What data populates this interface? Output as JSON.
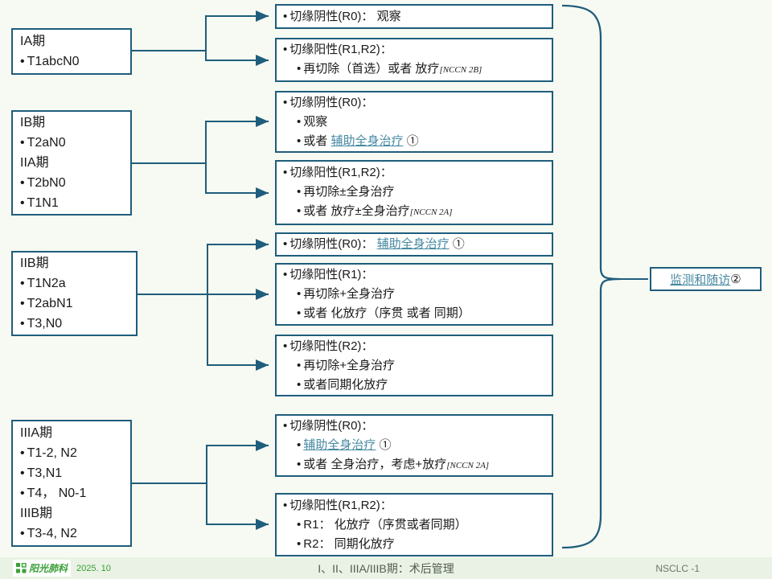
{
  "colors": {
    "accent": "#1f5d7c",
    "link": "#4589a1",
    "background": "#f7faf2",
    "footer_background": "#e9f2e4",
    "logo_green": "#3aa037"
  },
  "stages": [
    {
      "name": "IA",
      "lines": [
        {
          "t": "IA期",
          "b": false
        },
        {
          "t": "T1abcN0",
          "b": true
        }
      ]
    },
    {
      "name": "IB-IIA",
      "lines": [
        {
          "t": "IB期",
          "b": false
        },
        {
          "t": "T2aN0",
          "b": true
        },
        {
          "t": "IIA期",
          "b": false
        },
        {
          "t": "T2bN0",
          "b": true
        },
        {
          "t": "T1N1",
          "b": true
        }
      ]
    },
    {
      "name": "IIB",
      "lines": [
        {
          "t": "IIB期",
          "b": false
        },
        {
          "t": "T1N2a",
          "b": true
        },
        {
          "t": "T2abN1",
          "b": true
        },
        {
          "t": "T3,N0",
          "b": true
        }
      ]
    },
    {
      "name": "IIIA-IIIB",
      "lines": [
        {
          "t": "IIIA期",
          "b": false
        },
        {
          "t": "T1-2, N2",
          "b": true
        },
        {
          "t": "T3,N1",
          "b": true
        },
        {
          "t": "T4， N0-1",
          "b": true
        },
        {
          "t": "IIIB期",
          "b": false
        },
        {
          "t": "T3-4, N2",
          "b": true
        }
      ]
    }
  ],
  "outcomes": [
    {
      "lines": [
        {
          "lv": 1,
          "seg": [
            {
              "t": "切缘阴性(R0)： 观察"
            }
          ]
        }
      ]
    },
    {
      "lines": [
        {
          "lv": 1,
          "seg": [
            {
              "t": "切缘阳性(R1,R2)："
            }
          ]
        },
        {
          "lv": 2,
          "seg": [
            {
              "t": "再切除（首选）或者 放疗"
            },
            {
              "t": "[NCCN 2B]",
              "s": "ref"
            }
          ]
        }
      ]
    },
    {
      "lines": [
        {
          "lv": 1,
          "seg": [
            {
              "t": "切缘阴性(R0)："
            }
          ]
        },
        {
          "lv": 2,
          "seg": [
            {
              "t": "观察"
            }
          ]
        },
        {
          "lv": 2,
          "seg": [
            {
              "t": "或者 "
            },
            {
              "t": "辅助全身治疗",
              "s": "link"
            },
            {
              "t": " ①"
            }
          ]
        }
      ]
    },
    {
      "lines": [
        {
          "lv": 1,
          "seg": [
            {
              "t": "切缘阳性(R1,R2)："
            }
          ]
        },
        {
          "lv": 2,
          "seg": [
            {
              "t": "再切除±全身治疗"
            }
          ]
        },
        {
          "lv": 2,
          "seg": [
            {
              "t": "或者 放疗±全身治疗"
            },
            {
              "t": "[NCCN 2A]",
              "s": "ref"
            }
          ]
        }
      ]
    },
    {
      "lines": [
        {
          "lv": 1,
          "seg": [
            {
              "t": "切缘阴性(R0)： "
            },
            {
              "t": "辅助全身治疗",
              "s": "link"
            },
            {
              "t": " ①"
            }
          ]
        }
      ]
    },
    {
      "lines": [
        {
          "lv": 1,
          "seg": [
            {
              "t": "切缘阳性(R1)："
            }
          ]
        },
        {
          "lv": 2,
          "seg": [
            {
              "t": "再切除+全身治疗"
            }
          ]
        },
        {
          "lv": 2,
          "seg": [
            {
              "t": "或者 化放疗（序贯 或者 同期）"
            }
          ]
        }
      ]
    },
    {
      "lines": [
        {
          "lv": 1,
          "seg": [
            {
              "t": "切缘阳性(R2)："
            }
          ]
        },
        {
          "lv": 2,
          "seg": [
            {
              "t": "再切除+全身治疗"
            }
          ]
        },
        {
          "lv": 2,
          "seg": [
            {
              "t": "或者同期化放疗"
            }
          ]
        }
      ]
    },
    {
      "lines": [
        {
          "lv": 1,
          "seg": [
            {
              "t": "切缘阴性(R0)："
            }
          ]
        },
        {
          "lv": 2,
          "seg": [
            {
              "t": "辅助全身治疗",
              "s": "link"
            },
            {
              "t": " ①"
            }
          ]
        },
        {
          "lv": 2,
          "seg": [
            {
              "t": "或者 全身治疗，考虑+放疗"
            },
            {
              "t": "[NCCN 2A]",
              "s": "ref"
            }
          ]
        }
      ]
    },
    {
      "lines": [
        {
          "lv": 1,
          "seg": [
            {
              "t": "切缘阳性(R1,R2)："
            }
          ]
        },
        {
          "lv": 2,
          "seg": [
            {
              "t": "R1： 化放疗（序贯或者同期）"
            }
          ]
        },
        {
          "lv": 2,
          "seg": [
            {
              "t": "R2： 同期化放疗"
            }
          ]
        }
      ]
    }
  ],
  "surveillance": {
    "link_text": "监测和随访",
    "suffix": " ②"
  },
  "footer": {
    "logo_text": "阳光肺科",
    "date": "2025. 10",
    "title": "I、II、IIIA/IIIB期：术后管理",
    "page": "NSCLC -1"
  }
}
